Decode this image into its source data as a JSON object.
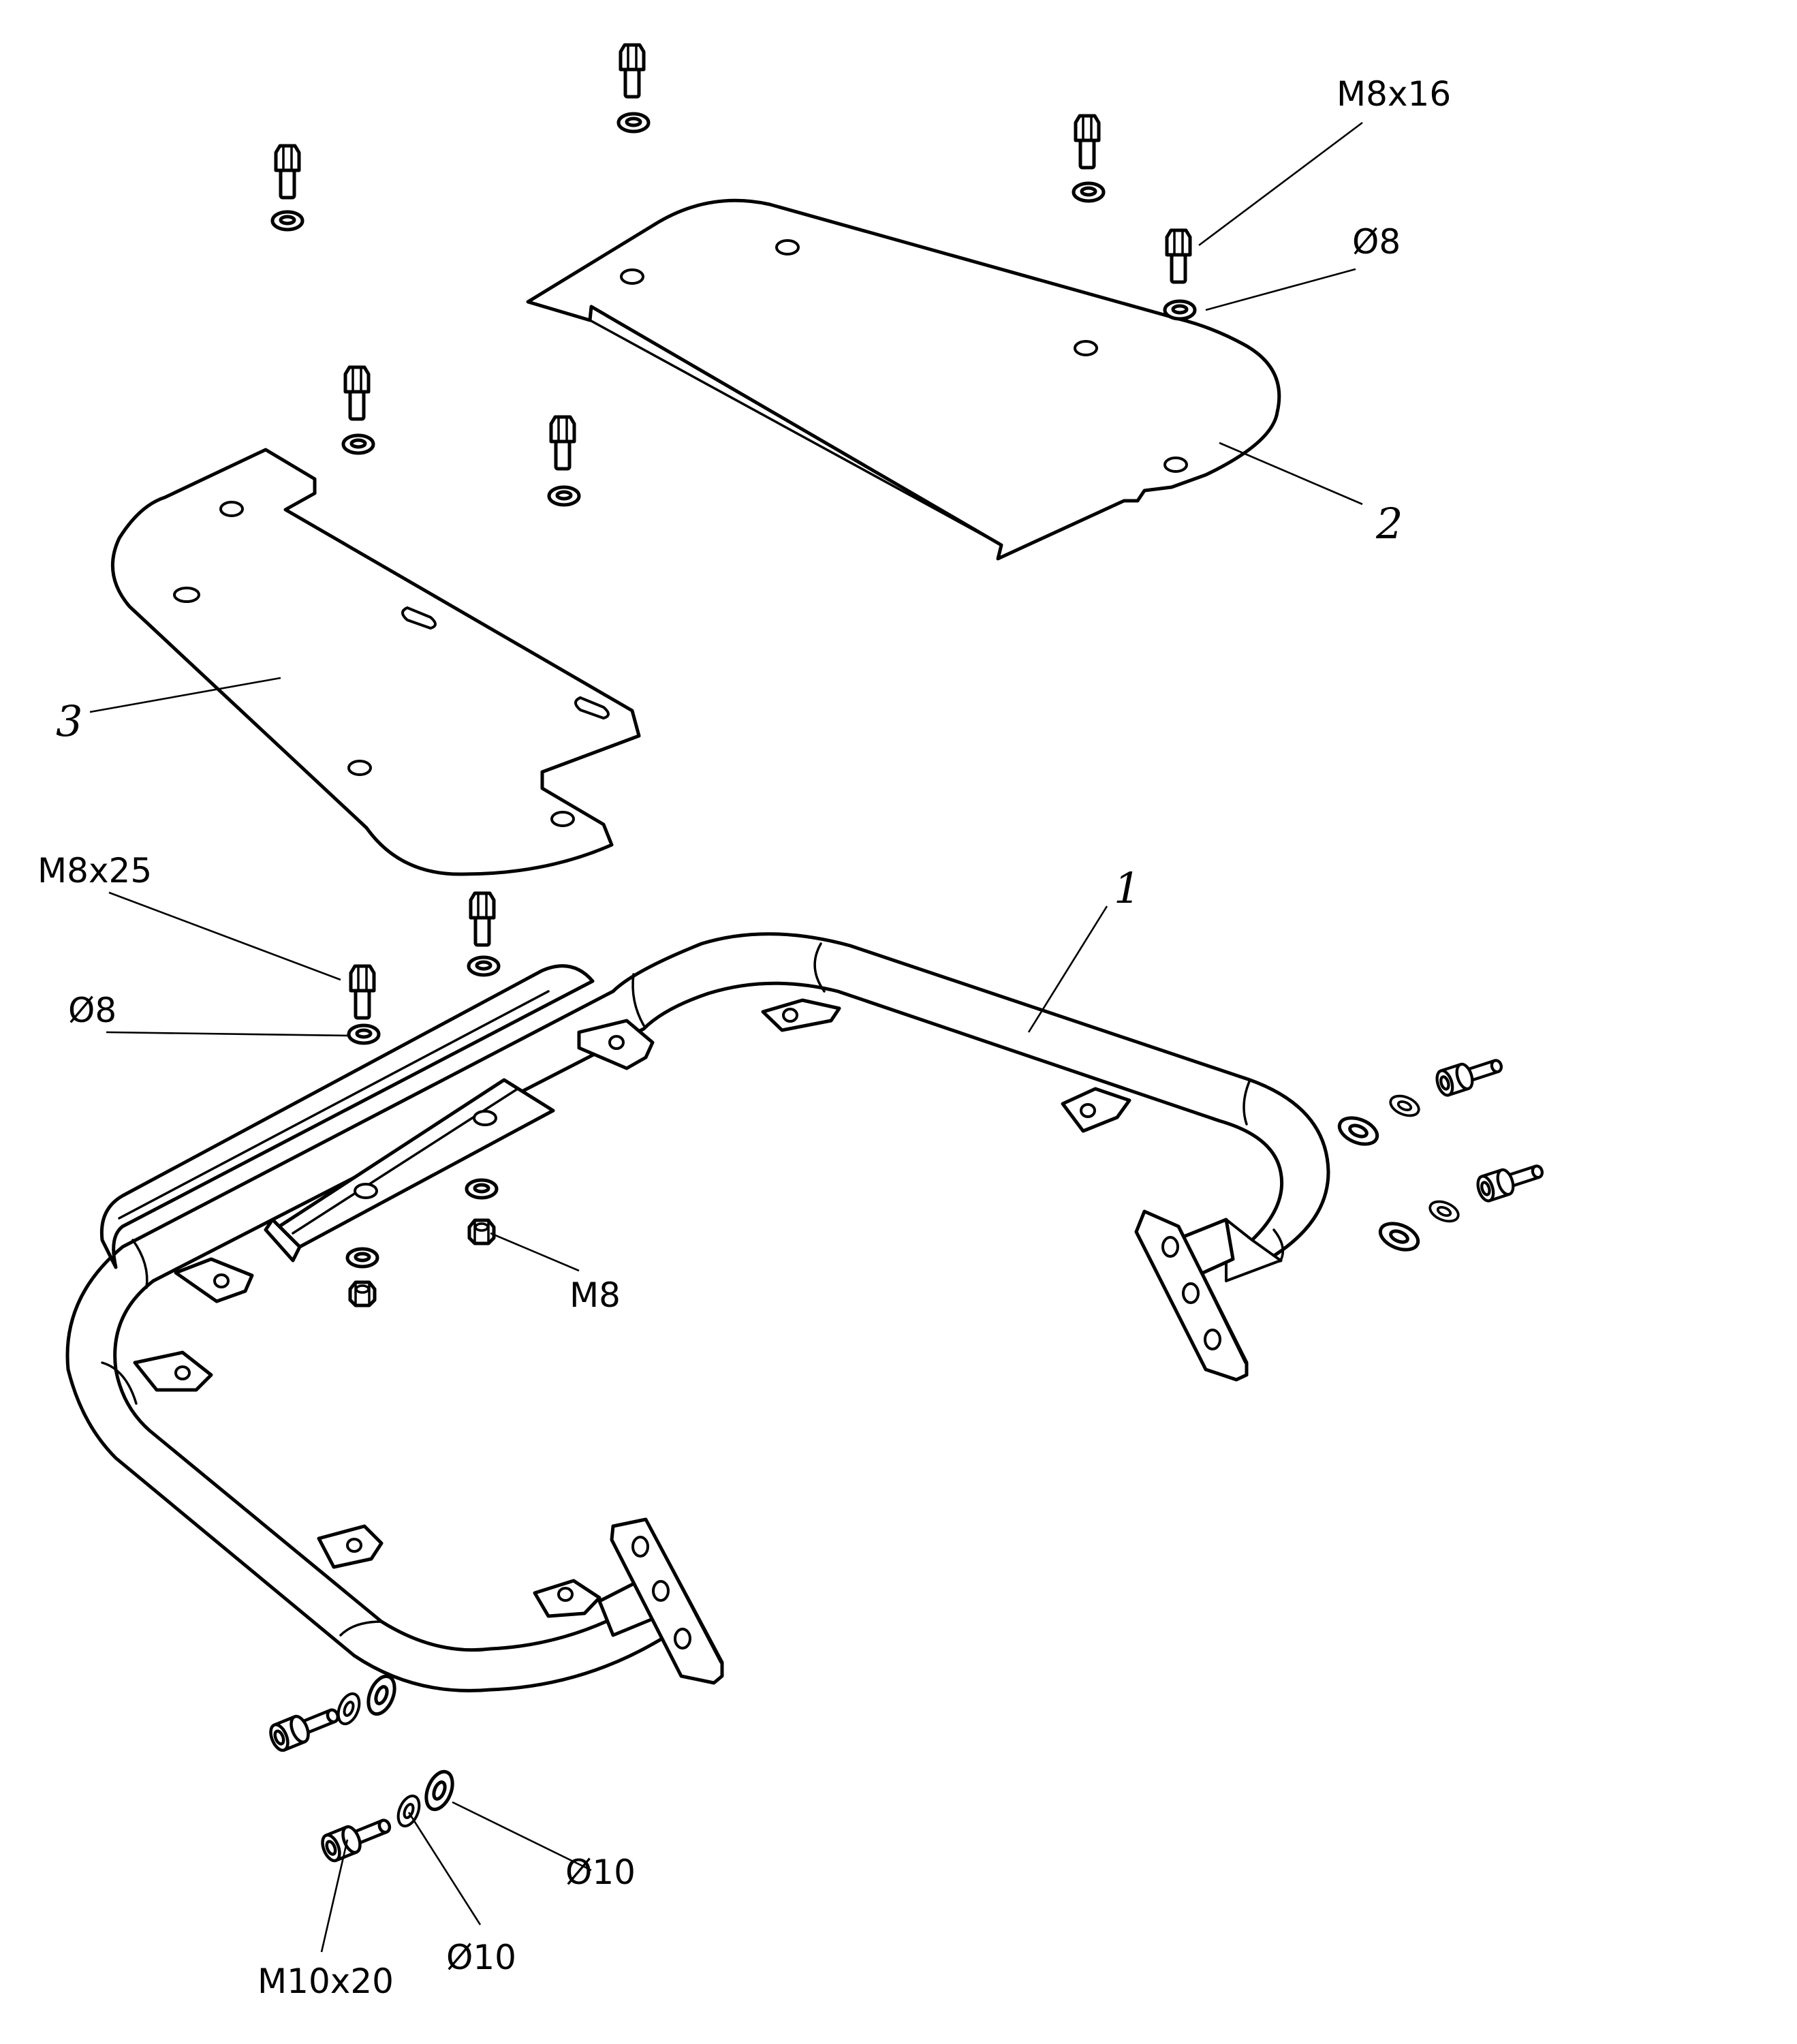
{
  "callouts": {
    "bolt_m8x16": "M8x16",
    "washer_top": "Ø8",
    "bolt_m8x25": "M8x25",
    "washer_left": "Ø8",
    "nut_m8": "M8",
    "bolt_m10x20": "M10x20",
    "washer_spring": "Ø10",
    "washer_flat": "Ø10"
  },
  "parts": {
    "frame": "1",
    "plate_right": "2",
    "plate_left": "3"
  }
}
